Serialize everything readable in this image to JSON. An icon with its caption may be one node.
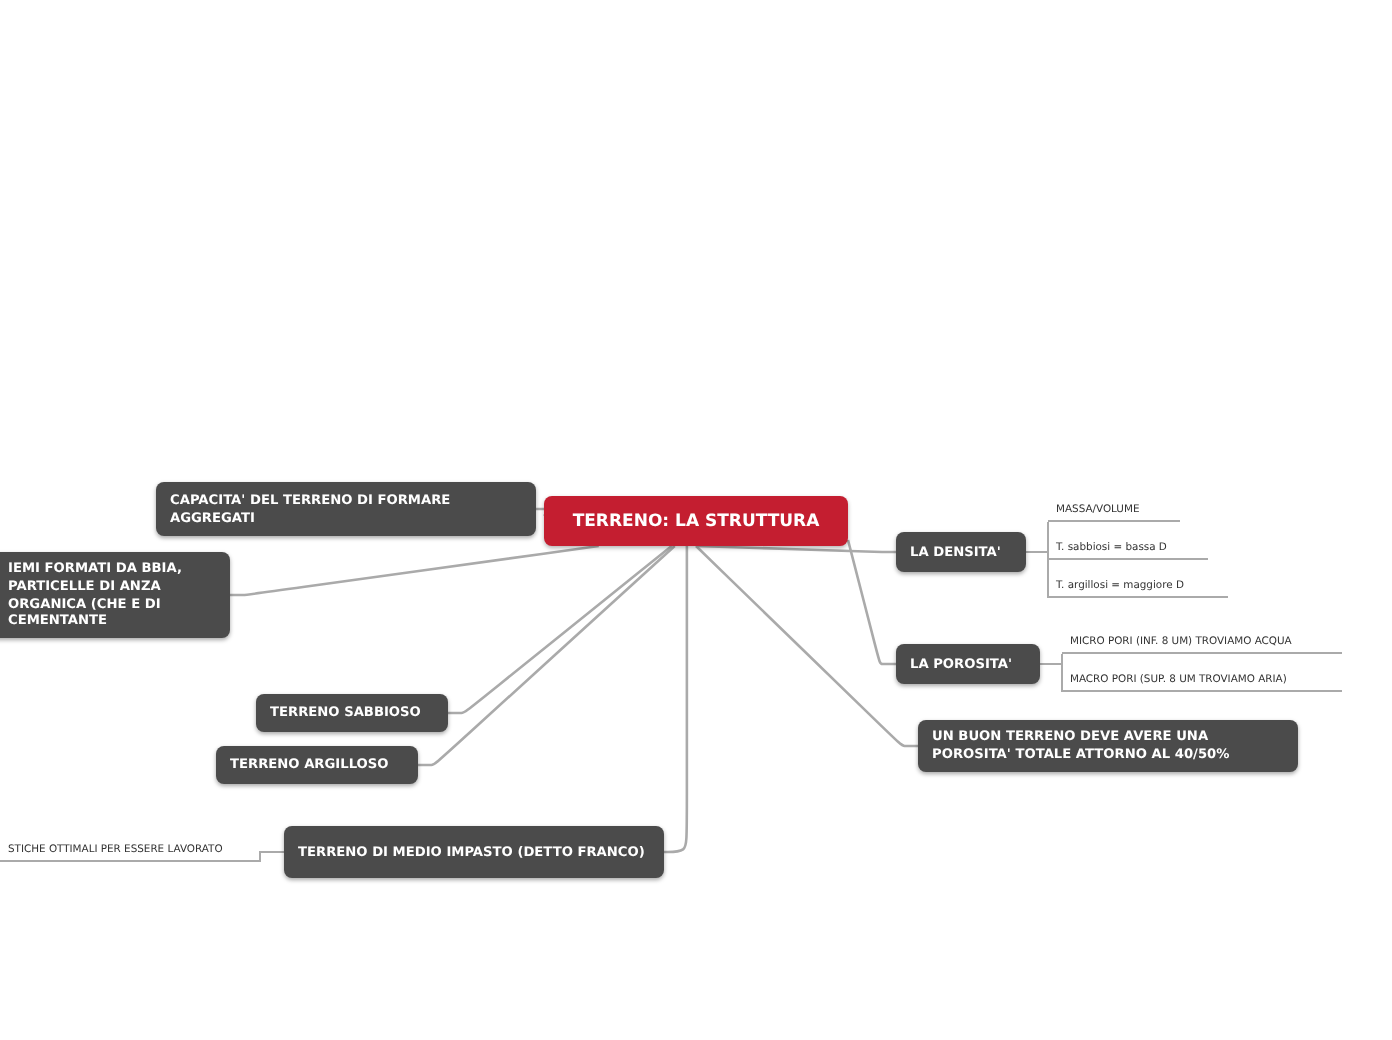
{
  "diagram": {
    "nodes": [
      {
        "text": [
          "TERRENO: LA STRUTTURA"
        ]
      },
      {
        "text": [
          "CAPACITA' DEL TERRENO DI FORMARE AGGREGATI"
        ]
      },
      {
        "text": [
          "IEMI FORMATI DA BBIA, PARTICELLE DI ANZA ORGANICA (CHE E DI CEMENTANTE"
        ]
      },
      {
        "text": [
          "TERRENO SABBIOSO"
        ]
      },
      {
        "text": [
          "TERRENO ARGILLOSO"
        ]
      },
      {
        "text": [
          "TERRENO DI MEDIO IMPASTO (DETTO FRANCO)"
        ]
      },
      {
        "text": [
          "STICHE OTTIMALI PER ESSERE LAVORATO"
        ]
      },
      {
        "text": [
          "LA DENSITA'"
        ]
      },
      {
        "text": [
          "MASSA/VOLUME"
        ]
      },
      {
        "text": [
          "T. sabbiosi = bassa D"
        ]
      },
      {
        "text": [
          "T. argillosi = maggiore D"
        ]
      },
      {
        "text": [
          "LA POROSITA'"
        ]
      },
      {
        "text": [
          "MICRO PORI (INF. 8 UM) TROVIAMO ACQUA"
        ]
      },
      {
        "text": [
          "MACRO PORI (SUP. 8 UM TROVIAMO ARIA)"
        ]
      },
      {
        "text": [
          "UN BUON TERRENO DEVE AVERE UNA POROSITA' TOTALE ATTORNO AL 40/50%"
        ]
      }
    ],
    "edges": [
      {
        "from": 0,
        "to": 1,
        "arrow": "none"
      },
      {
        "from": 0,
        "to": 2,
        "arrow": "none"
      },
      {
        "from": 0,
        "to": 3,
        "arrow": "none"
      },
      {
        "from": 0,
        "to": 4,
        "arrow": "none"
      },
      {
        "from": 0,
        "to": 5,
        "arrow": "none"
      },
      {
        "from": 0,
        "to": 7,
        "arrow": "none"
      },
      {
        "from": 0,
        "to": 11,
        "arrow": "none"
      },
      {
        "from": 0,
        "to": 14,
        "arrow": "none"
      },
      {
        "from": 5,
        "to": 6,
        "arrow": "none"
      },
      {
        "from": 7,
        "to": 8,
        "arrow": "none"
      },
      {
        "from": 7,
        "to": 9,
        "arrow": "none"
      },
      {
        "from": 7,
        "to": 10,
        "arrow": "none"
      },
      {
        "from": 11,
        "to": 12,
        "arrow": "none"
      },
      {
        "from": 11,
        "to": 13,
        "arrow": "none"
      }
    ]
  }
}
